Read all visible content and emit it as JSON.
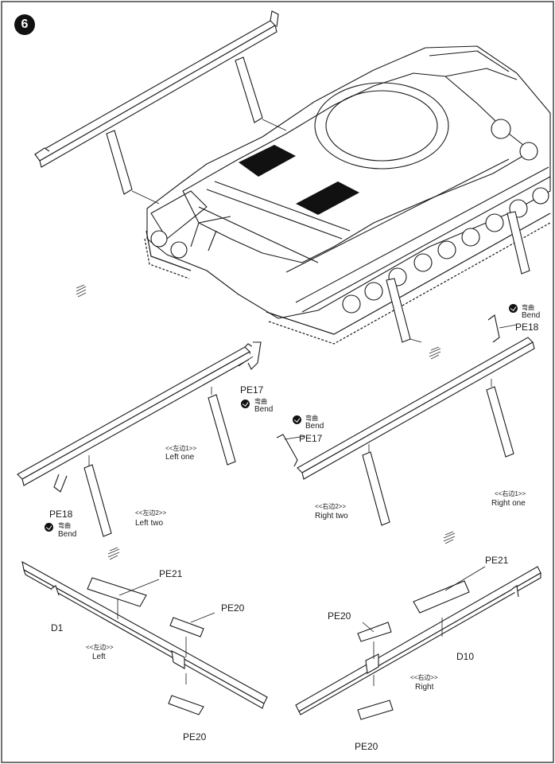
{
  "step": {
    "number": "6"
  },
  "bend": {
    "cn": "弯曲",
    "en": "Bend"
  },
  "parts": {
    "pe18": "PE18",
    "pe17": "PE17",
    "pe21": "PE21",
    "pe20": "PE20",
    "d1": "D1",
    "d10": "D10"
  },
  "labels": {
    "left_one_cn": "<<左边1>>",
    "left_one_en": "Left one",
    "left_two_cn": "<<左边2>>",
    "left_two_en": "Left two",
    "right_one_cn": "<<右边1>>",
    "right_one_en": "Right one",
    "right_two_cn": "<<右边2>>",
    "right_two_en": "Right two",
    "left_cn": "<<左边>>",
    "left_en": "Left",
    "right_cn": "<<右边>>",
    "right_en": "Right"
  },
  "colors": {
    "ink": "#1a1a1a",
    "plate": "#111111",
    "paper": "#ffffff"
  }
}
